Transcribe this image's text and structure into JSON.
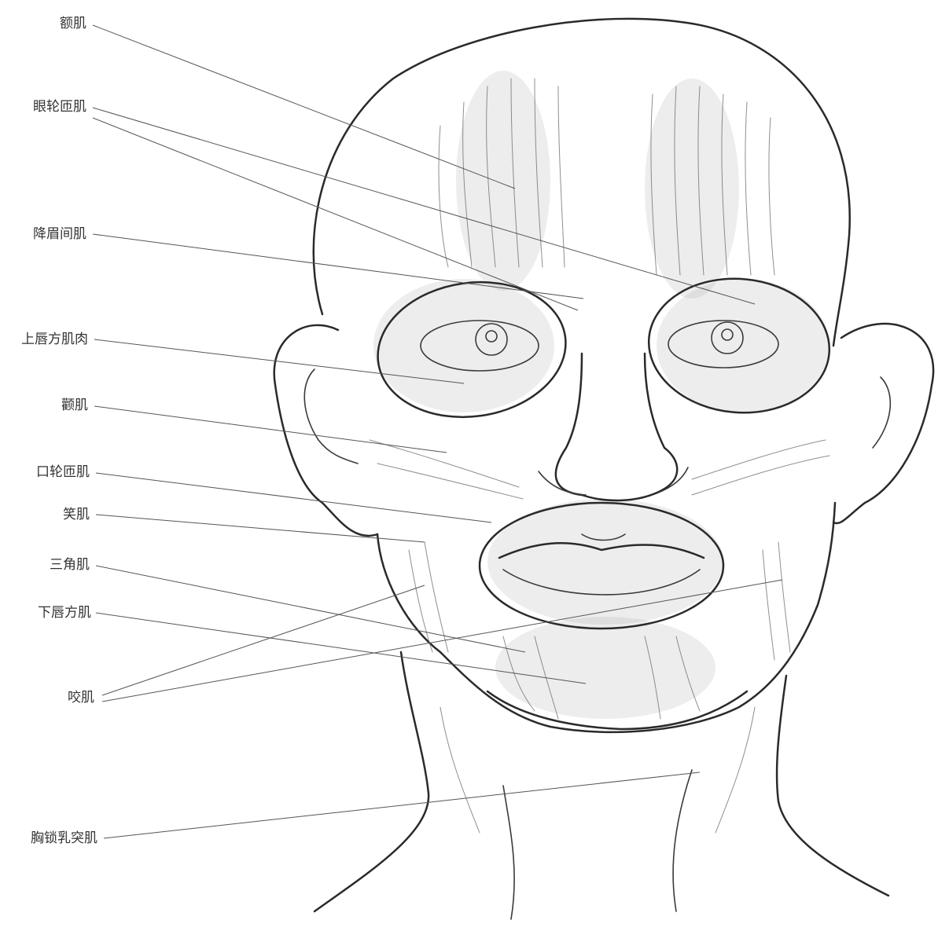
{
  "labels": {
    "frontalis": "额肌",
    "orbicularis_oculi": "眼轮匝肌",
    "procerus": "降眉间肌",
    "levator_labii_superioris": "上唇方肌肉",
    "zygomaticus": "颧肌",
    "orbicularis_oris": "口轮匝肌",
    "risorius": "笑肌",
    "depressor_anguli_oris": "三角肌",
    "depressor_labii_inferioris": "下唇方肌",
    "masseter": "咬肌",
    "sternocleidomastoid": "胸锁乳突肌"
  },
  "colors": {
    "line": "#555555",
    "ink": "#2a2a2a",
    "text": "#333333"
  }
}
